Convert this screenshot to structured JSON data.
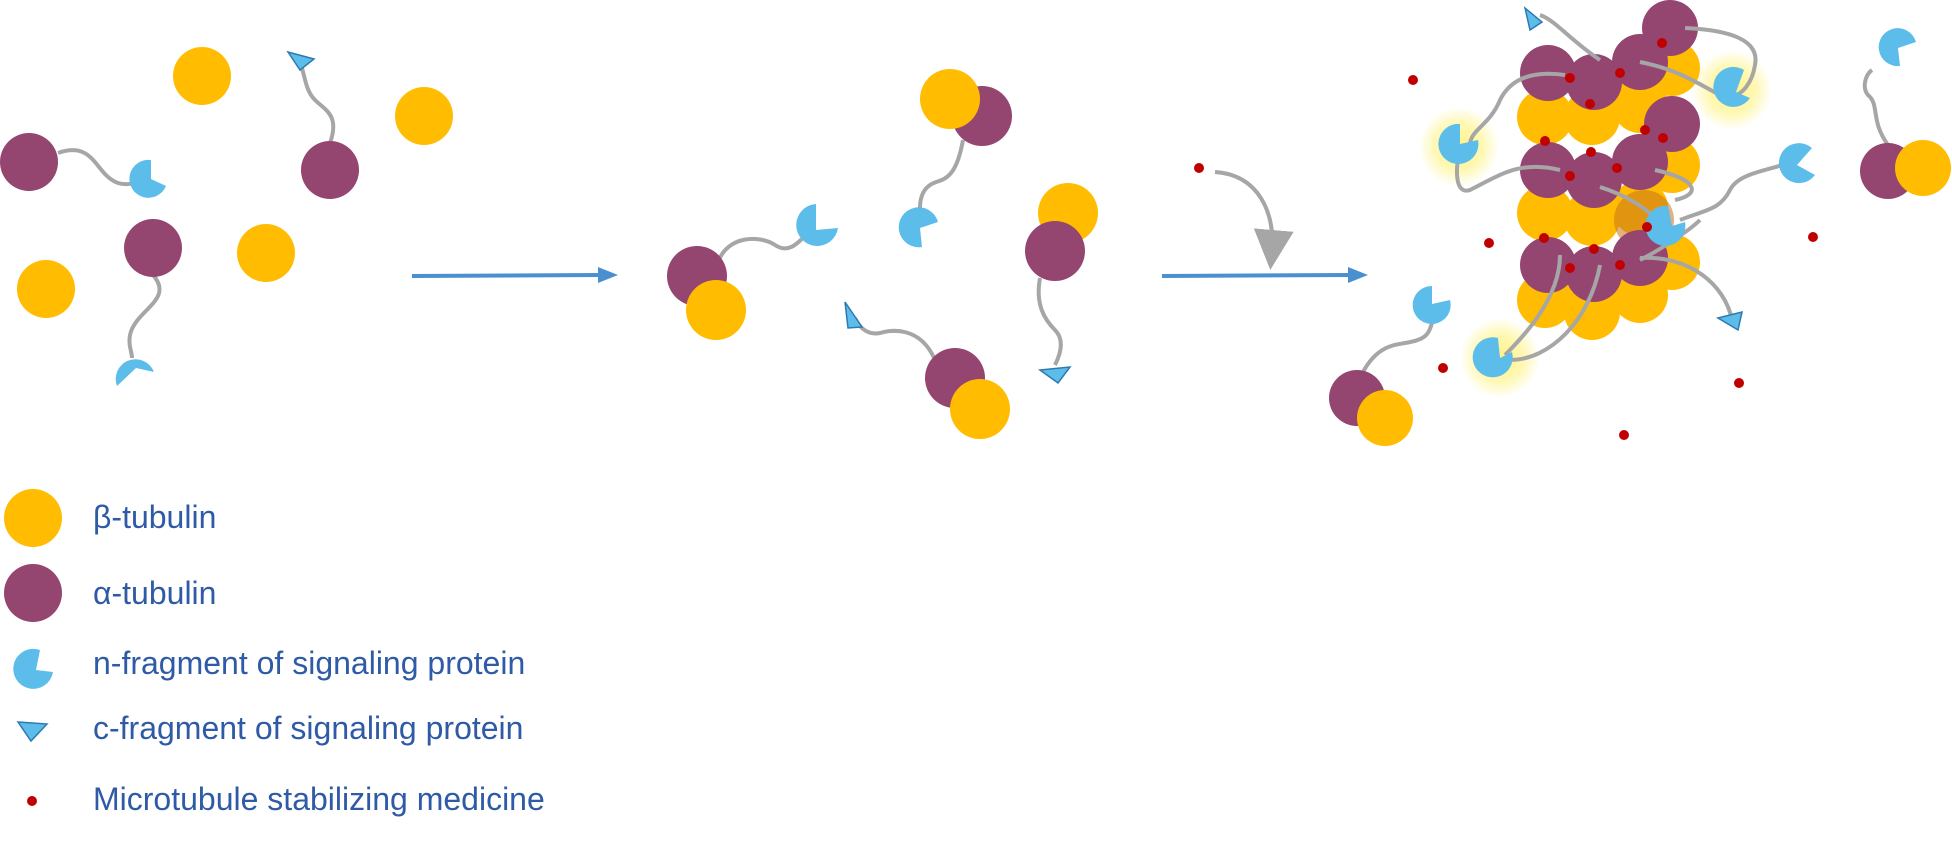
{
  "colors": {
    "beta": "#FFBC00",
    "alpha": "#944671",
    "nfrag": "#5CBDEB",
    "cfrag": "#5CBDEB",
    "medicine": "#C00000",
    "arrow": "#4A90D0",
    "linker": "#A6A6A6",
    "glow": "#FFF27A",
    "text": "#2E5AA6"
  },
  "legend": {
    "beta_label": "β-tubulin",
    "alpha_label": "α-tubulin",
    "nfrag_label": "n-fragment of signaling protein",
    "cfrag_label": "c-fragment of signaling protein",
    "medicine_label": "Microtubule stabilizing medicine"
  }
}
